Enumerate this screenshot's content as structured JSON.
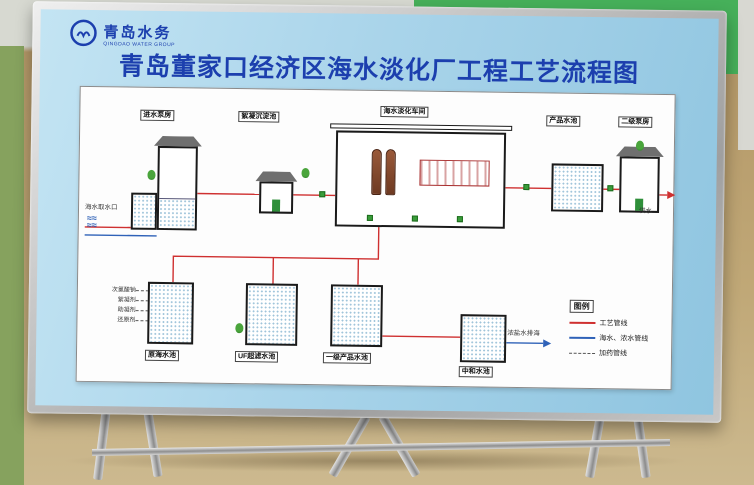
{
  "scene": {
    "logo": {
      "name": "青岛水务",
      "subtitle": "QINGDAO WATER GROUP"
    },
    "title": "青岛董家口经济区海水淡化厂工程工艺流程图"
  },
  "diagram": {
    "structures": [
      {
        "id": "intake-pump-house",
        "label": "进水泵房"
      },
      {
        "id": "sedimentation-tank",
        "label": "絮凝沉淀池"
      },
      {
        "id": "desalination-workshop",
        "label": "海水淡化车间"
      },
      {
        "id": "product-water-tank",
        "label": "产品水池"
      },
      {
        "id": "secondary-pump-house",
        "label": "二级泵房"
      },
      {
        "id": "raw-seawater-tank",
        "label": "原海水池"
      },
      {
        "id": "uf-filtered-tank",
        "label": "UF超滤水池"
      },
      {
        "id": "first-product-tank",
        "label": "一级产品水池"
      },
      {
        "id": "neutralization-tank",
        "label": "中和水池"
      }
    ],
    "annotations": {
      "intake": "海水取水口",
      "supply": "供水",
      "discharge": "浓盐水排海",
      "dosing": [
        "次氯酸钠",
        "絮凝剂",
        "助凝剂",
        "还原剂"
      ]
    },
    "legend": {
      "title": "图例",
      "items": [
        {
          "label": "工艺管线",
          "style": "solid-red"
        },
        {
          "label": "海水、浓水管线",
          "style": "solid-blue"
        },
        {
          "label": "加药管线",
          "style": "dashed"
        }
      ]
    }
  },
  "colors": {
    "board_blue": "#a9d4ea",
    "title_blue": "#1c3fae",
    "line_red": "#cf3030",
    "line_blue": "#2f62b8",
    "line_dash": "#555555",
    "wall_green": "#46b05a",
    "floor_tan": "#b79e6f"
  }
}
